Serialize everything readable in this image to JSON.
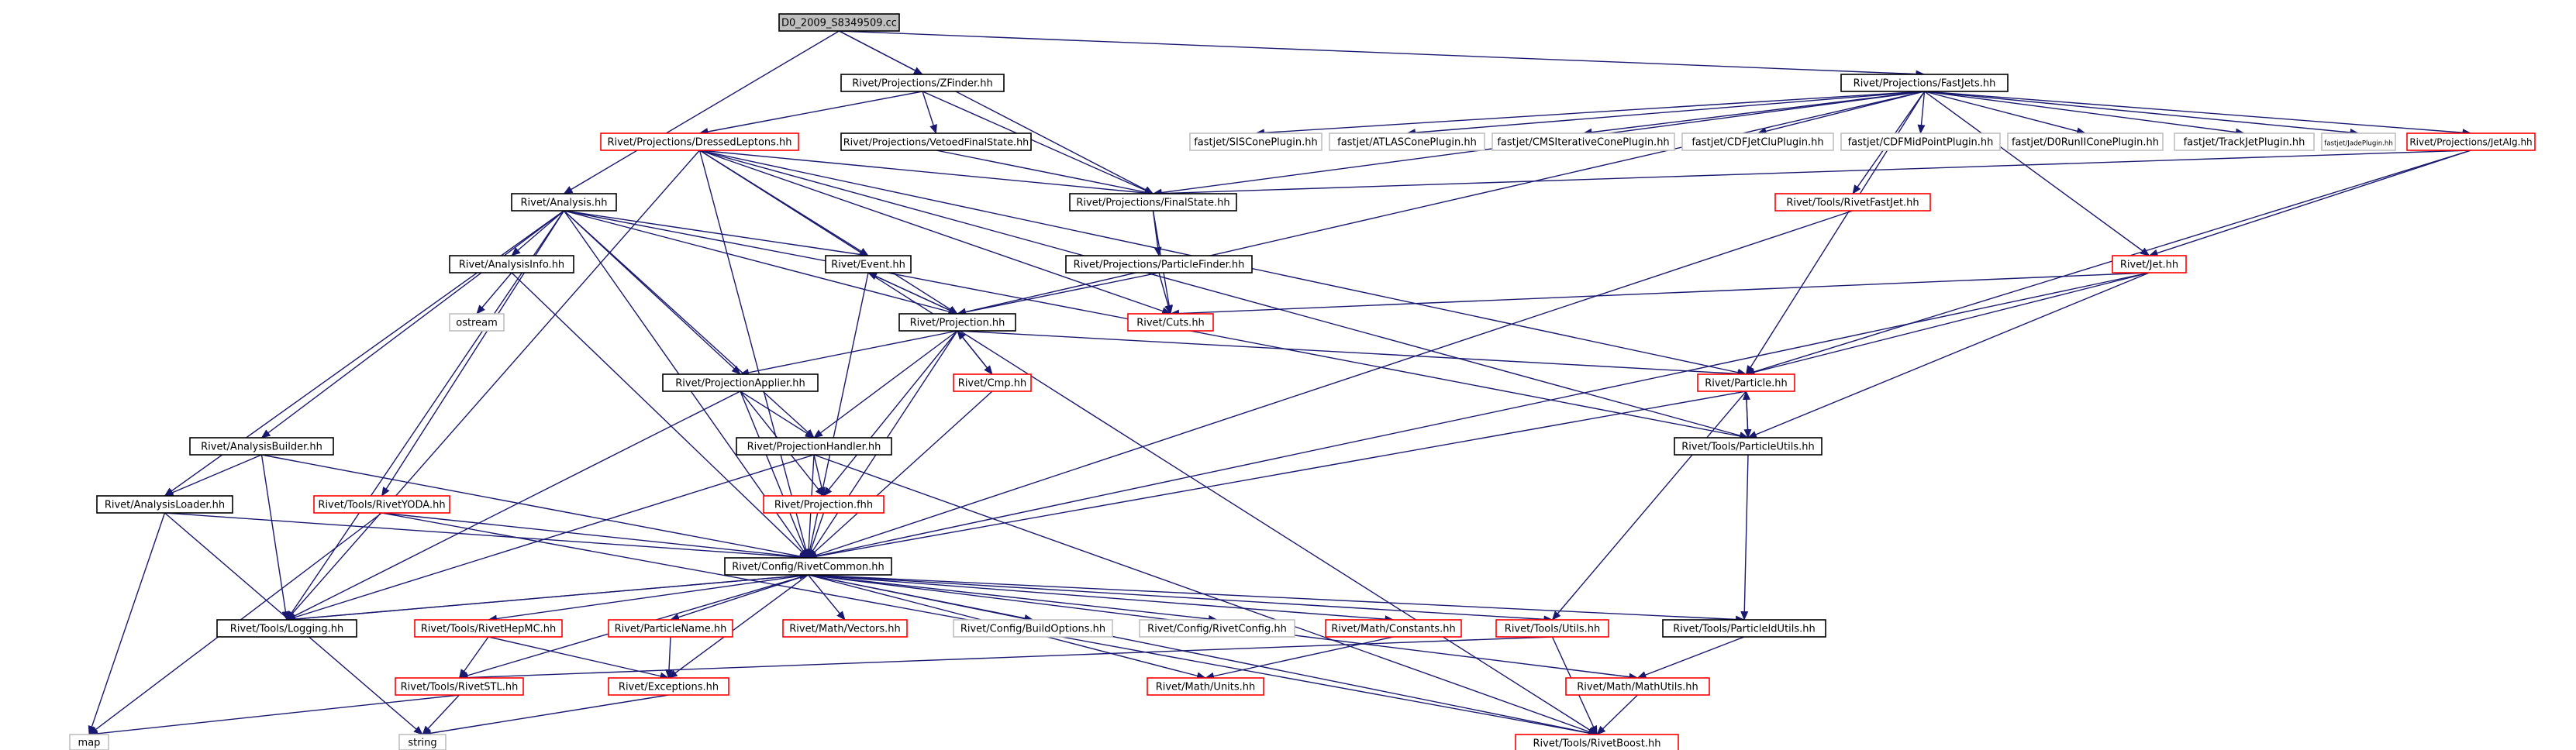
{
  "graph": {
    "colors": {
      "root_fill": "#bfbfbf",
      "black_border": "#000000",
      "red_border": "#ff0000",
      "gray_border": "#bfbfbf",
      "edge": "#191970"
    },
    "nodes": [
      {
        "id": "root",
        "label": "D0_2009_S8349509.cc",
        "style": "root"
      },
      {
        "id": "zfinder",
        "label": "Rivet/Projections/ZFinder.hh",
        "style": "black"
      },
      {
        "id": "fastjets",
        "label": "Rivet/Projections/FastJets.hh",
        "style": "black"
      },
      {
        "id": "dressed",
        "label": "Rivet/Projections/DressedLeptons.hh",
        "style": "red"
      },
      {
        "id": "vetoed",
        "label": "Rivet/Projections/VetoedFinalState.hh",
        "style": "black"
      },
      {
        "id": "analysis",
        "label": "Rivet/Analysis.hh",
        "style": "black"
      },
      {
        "id": "finalstate",
        "label": "Rivet/Projections/FinalState.hh",
        "style": "black"
      },
      {
        "id": "siscone",
        "label": "fastjet/SISConePlugin.hh",
        "style": "gray"
      },
      {
        "id": "atlascone",
        "label": "fastjet/ATLASConePlugin.hh",
        "style": "gray"
      },
      {
        "id": "cmsiter",
        "label": "fastjet/CMSIterativeConePlugin.hh",
        "style": "gray"
      },
      {
        "id": "cdfjetclu",
        "label": "fastjet/CDFJetCluPlugin.hh",
        "style": "gray"
      },
      {
        "id": "cdfmid",
        "label": "fastjet/CDFMidPointPlugin.hh",
        "style": "gray"
      },
      {
        "id": "d0run",
        "label": "fastjet/D0RunIIConePlugin.hh",
        "style": "gray"
      },
      {
        "id": "trackjet",
        "label": "fastjet/TrackJetPlugin.hh",
        "style": "gray"
      },
      {
        "id": "jade",
        "label": "fastjet/JadePlugin.hh",
        "style": "gray"
      },
      {
        "id": "jetalg",
        "label": "Rivet/Projections/JetAlg.hh",
        "style": "red"
      },
      {
        "id": "rivetfastjet",
        "label": "Rivet/Tools/RivetFastJet.hh",
        "style": "red"
      },
      {
        "id": "analysisinfo",
        "label": "Rivet/AnalysisInfo.hh",
        "style": "black"
      },
      {
        "id": "event",
        "label": "Rivet/Event.hh",
        "style": "black"
      },
      {
        "id": "particlefinder",
        "label": "Rivet/Projections/ParticleFinder.hh",
        "style": "black"
      },
      {
        "id": "jet",
        "label": "Rivet/Jet.hh",
        "style": "red"
      },
      {
        "id": "ostream",
        "label": "ostream",
        "style": "gray"
      },
      {
        "id": "projection",
        "label": "Rivet/Projection.hh",
        "style": "black"
      },
      {
        "id": "cuts",
        "label": "Rivet/Cuts.hh",
        "style": "red"
      },
      {
        "id": "cmp",
        "label": "Rivet/Cmp.hh",
        "style": "red"
      },
      {
        "id": "projapplier",
        "label": "Rivet/ProjectionApplier.hh",
        "style": "black"
      },
      {
        "id": "particle",
        "label": "Rivet/Particle.hh",
        "style": "red"
      },
      {
        "id": "analysisbuilder",
        "label": "Rivet/AnalysisBuilder.hh",
        "style": "black"
      },
      {
        "id": "projhandler",
        "label": "Rivet/ProjectionHandler.hh",
        "style": "black"
      },
      {
        "id": "particleutils",
        "label": "Rivet/Tools/ParticleUtils.hh",
        "style": "black"
      },
      {
        "id": "analysisloader",
        "label": "Rivet/AnalysisLoader.hh",
        "style": "black"
      },
      {
        "id": "rivetyoda",
        "label": "Rivet/Tools/RivetYODA.hh",
        "style": "red"
      },
      {
        "id": "projfhh",
        "label": "Rivet/Projection.fhh",
        "style": "red"
      },
      {
        "id": "rivetcommon",
        "label": "Rivet/Config/RivetCommon.hh",
        "style": "black"
      },
      {
        "id": "logging",
        "label": "Rivet/Tools/Logging.hh",
        "style": "black"
      },
      {
        "id": "rivethepmc",
        "label": "Rivet/Tools/RivetHepMC.hh",
        "style": "red"
      },
      {
        "id": "particlename",
        "label": "Rivet/ParticleName.hh",
        "style": "red"
      },
      {
        "id": "vectors",
        "label": "Rivet/Math/Vectors.hh",
        "style": "red"
      },
      {
        "id": "buildoptions",
        "label": "Rivet/Config/BuildOptions.hh",
        "style": "gray"
      },
      {
        "id": "rivetconfig",
        "label": "Rivet/Config/RivetConfig.hh",
        "style": "gray"
      },
      {
        "id": "constants",
        "label": "Rivet/Math/Constants.hh",
        "style": "red"
      },
      {
        "id": "utils",
        "label": "Rivet/Tools/Utils.hh",
        "style": "red"
      },
      {
        "id": "particleidutils",
        "label": "Rivet/Tools/ParticleIdUtils.hh",
        "style": "black"
      },
      {
        "id": "rivetstl",
        "label": "Rivet/Tools/RivetSTL.hh",
        "style": "red"
      },
      {
        "id": "exceptions",
        "label": "Rivet/Exceptions.hh",
        "style": "red"
      },
      {
        "id": "units",
        "label": "Rivet/Math/Units.hh",
        "style": "red"
      },
      {
        "id": "mathutils",
        "label": "Rivet/Math/MathUtils.hh",
        "style": "red"
      },
      {
        "id": "map",
        "label": "map",
        "style": "gray"
      },
      {
        "id": "string",
        "label": "string",
        "style": "gray"
      },
      {
        "id": "rivetboost",
        "label": "Rivet/Tools/RivetBoost.hh",
        "style": "red"
      }
    ],
    "edges": [
      [
        "root",
        "zfinder"
      ],
      [
        "root",
        "fastjets"
      ],
      [
        "root",
        "analysis"
      ],
      [
        "root",
        "finalstate"
      ],
      [
        "zfinder",
        "dressed"
      ],
      [
        "zfinder",
        "vetoed"
      ],
      [
        "zfinder",
        "finalstate"
      ],
      [
        "fastjets",
        "siscone"
      ],
      [
        "fastjets",
        "atlascone"
      ],
      [
        "fastjets",
        "cmsiter"
      ],
      [
        "fastjets",
        "cdfjetclu"
      ],
      [
        "fastjets",
        "cdfmid"
      ],
      [
        "fastjets",
        "d0run"
      ],
      [
        "fastjets",
        "trackjet"
      ],
      [
        "fastjets",
        "jade"
      ],
      [
        "fastjets",
        "jetalg"
      ],
      [
        "fastjets",
        "rivetfastjet"
      ],
      [
        "fastjets",
        "finalstate"
      ],
      [
        "fastjets",
        "projection"
      ],
      [
        "fastjets",
        "jet"
      ],
      [
        "fastjets",
        "particle"
      ],
      [
        "dressed",
        "finalstate"
      ],
      [
        "dressed",
        "event"
      ],
      [
        "dressed",
        "projection"
      ],
      [
        "dressed",
        "cuts"
      ],
      [
        "dressed",
        "particle"
      ],
      [
        "dressed",
        "particleutils"
      ],
      [
        "dressed",
        "logging"
      ],
      [
        "dressed",
        "rivetcommon"
      ],
      [
        "vetoed",
        "finalstate"
      ],
      [
        "jetalg",
        "finalstate"
      ],
      [
        "jetalg",
        "jet"
      ],
      [
        "jetalg",
        "particle"
      ],
      [
        "rivetfastjet",
        "rivetcommon"
      ],
      [
        "finalstate",
        "particlefinder"
      ],
      [
        "finalstate",
        "cuts"
      ],
      [
        "particlefinder",
        "projection"
      ],
      [
        "particlefinder",
        "cuts"
      ],
      [
        "analysis",
        "analysisinfo"
      ],
      [
        "analysis",
        "event"
      ],
      [
        "analysis",
        "projection"
      ],
      [
        "analysis",
        "projapplier"
      ],
      [
        "analysis",
        "projhandler"
      ],
      [
        "analysis",
        "analysisbuilder"
      ],
      [
        "analysis",
        "analysisloader"
      ],
      [
        "analysis",
        "rivetyoda"
      ],
      [
        "analysis",
        "logging"
      ],
      [
        "analysis",
        "rivetcommon"
      ],
      [
        "analysis",
        "particleutils"
      ],
      [
        "analysisinfo",
        "ostream"
      ],
      [
        "analysisinfo",
        "rivetcommon"
      ],
      [
        "event",
        "projection"
      ],
      [
        "event",
        "rivetcommon"
      ],
      [
        "event",
        "rivetboost"
      ],
      [
        "projection",
        "event"
      ],
      [
        "projection",
        "cmp"
      ],
      [
        "projection",
        "projapplier"
      ],
      [
        "projection",
        "projhandler"
      ],
      [
        "projection",
        "projfhh"
      ],
      [
        "projection",
        "rivetcommon"
      ],
      [
        "projection",
        "particle"
      ],
      [
        "cmp",
        "projection"
      ],
      [
        "cmp",
        "rivetcommon"
      ],
      [
        "jet",
        "particle"
      ],
      [
        "jet",
        "cuts"
      ],
      [
        "jet",
        "particleutils"
      ],
      [
        "jet",
        "rivetcommon"
      ],
      [
        "particle",
        "particleutils"
      ],
      [
        "particle",
        "rivetcommon"
      ],
      [
        "particle",
        "utils"
      ],
      [
        "particleutils",
        "particle"
      ],
      [
        "particleutils",
        "particleidutils"
      ],
      [
        "projapplier",
        "projhandler"
      ],
      [
        "projapplier",
        "projfhh"
      ],
      [
        "projapplier",
        "rivetcommon"
      ],
      [
        "projapplier",
        "logging"
      ],
      [
        "projhandler",
        "projfhh"
      ],
      [
        "projhandler",
        "rivetcommon"
      ],
      [
        "projhandler",
        "logging"
      ],
      [
        "projhandler",
        "rivetboost"
      ],
      [
        "projfhh",
        "rivetcommon"
      ],
      [
        "analysisbuilder",
        "analysisloader"
      ],
      [
        "analysisbuilder",
        "logging"
      ],
      [
        "analysisbuilder",
        "rivetcommon"
      ],
      [
        "analysisloader",
        "rivetcommon"
      ],
      [
        "analysisloader",
        "map"
      ],
      [
        "analysisloader",
        "string"
      ],
      [
        "rivetyoda",
        "rivetcommon"
      ],
      [
        "rivetyoda",
        "map"
      ],
      [
        "rivetyoda",
        "rivetboost"
      ],
      [
        "rivetcommon",
        "logging"
      ],
      [
        "rivetcommon",
        "rivethepmc"
      ],
      [
        "rivetcommon",
        "particlename"
      ],
      [
        "rivetcommon",
        "vectors"
      ],
      [
        "rivetcommon",
        "buildoptions"
      ],
      [
        "rivetcommon",
        "rivetconfig"
      ],
      [
        "rivetcommon",
        "constants"
      ],
      [
        "rivetcommon",
        "utils"
      ],
      [
        "rivetcommon",
        "particleidutils"
      ],
      [
        "rivetcommon",
        "rivetstl"
      ],
      [
        "rivetcommon",
        "exceptions"
      ],
      [
        "rivetcommon",
        "units"
      ],
      [
        "rivetcommon",
        "mathutils"
      ],
      [
        "rivetcommon",
        "rivetboost"
      ],
      [
        "logging",
        "rivetcommon"
      ],
      [
        "rivethepmc",
        "rivetstl"
      ],
      [
        "rivethepmc",
        "exceptions"
      ],
      [
        "particlename",
        "exceptions"
      ],
      [
        "constants",
        "units"
      ],
      [
        "utils",
        "rivetstl"
      ],
      [
        "utils",
        "rivetboost"
      ],
      [
        "particleidutils",
        "mathutils"
      ],
      [
        "mathutils",
        "rivetboost"
      ],
      [
        "rivetstl",
        "map"
      ],
      [
        "rivetstl",
        "string"
      ],
      [
        "exceptions",
        "string"
      ]
    ]
  }
}
